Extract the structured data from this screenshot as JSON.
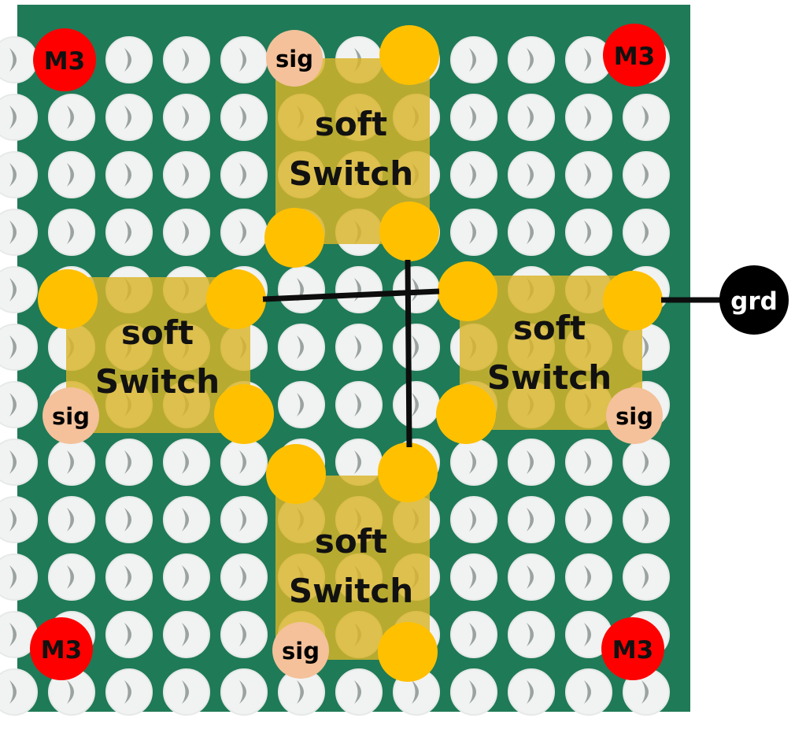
{
  "colors": {
    "board": "#1f7a57",
    "hole": "#f1f3f2",
    "hole_shade": "#9aa39f",
    "pad": "#ffc000",
    "switch_fill": "#d9b42a",
    "sig_pad": "#f4c19a",
    "mount_hole": "#ff0000",
    "wire": "#0d0d0d",
    "grd_fill": "#000000",
    "grd_text": "#ffffff"
  },
  "switches": [
    {
      "line1": "soft",
      "line2": "Switch",
      "sig_label": "sig"
    },
    {
      "line1": "soft",
      "line2": "Switch",
      "sig_label": "sig"
    },
    {
      "line1": "soft",
      "line2": "Switch",
      "sig_label": "sig"
    },
    {
      "line1": "soft",
      "line2": "Switch",
      "sig_label": "sig"
    }
  ],
  "mount_holes": [
    "M3",
    "M3",
    "M3",
    "M3"
  ],
  "ground": {
    "label": "grd"
  }
}
